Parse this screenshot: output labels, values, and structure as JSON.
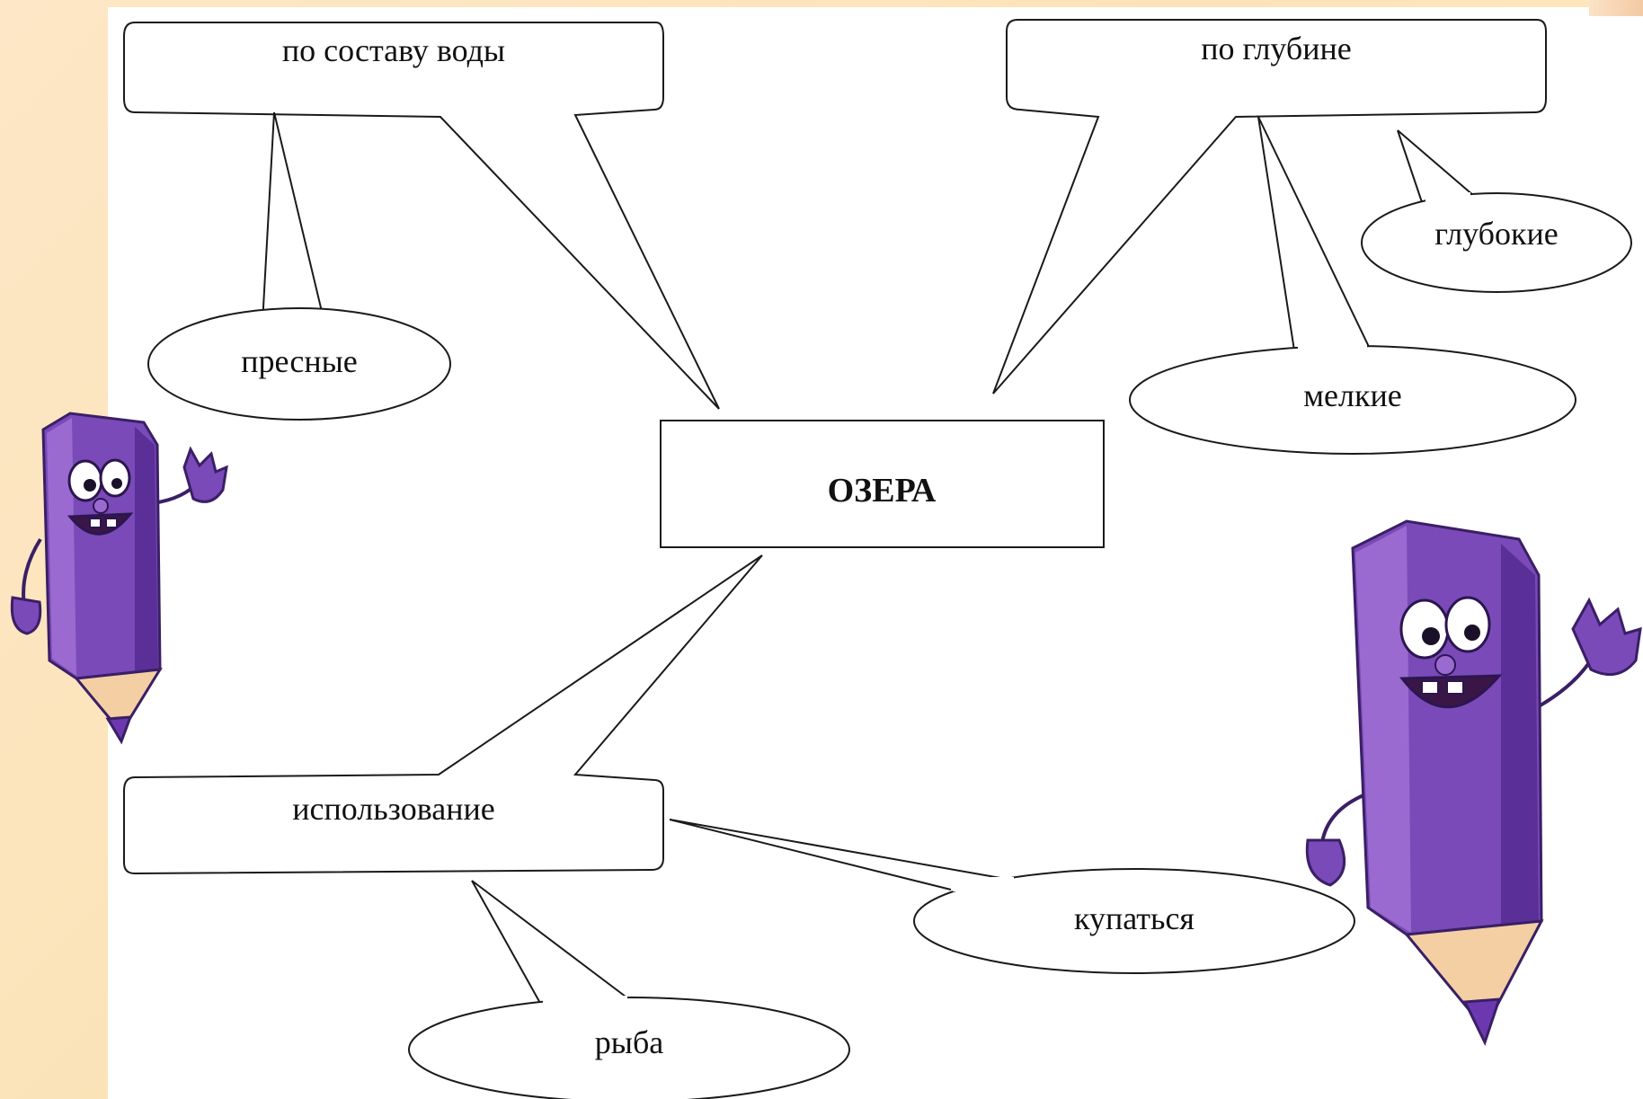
{
  "diagram": {
    "center": "ОЗЕРА",
    "nodes": {
      "composition": "по составу воды",
      "fresh": "пресные",
      "depth": "по глубине",
      "deep": "глубокие",
      "shallow": "мелкие",
      "usage": "использование",
      "swim": "купаться",
      "fish": "рыба"
    }
  },
  "colors": {
    "background": "#fde7c6",
    "pencil": "#7a4ab8",
    "outline": "#1a1a1a"
  },
  "illustrations": [
    "pencil-mascot-left",
    "pencil-mascot-right"
  ]
}
